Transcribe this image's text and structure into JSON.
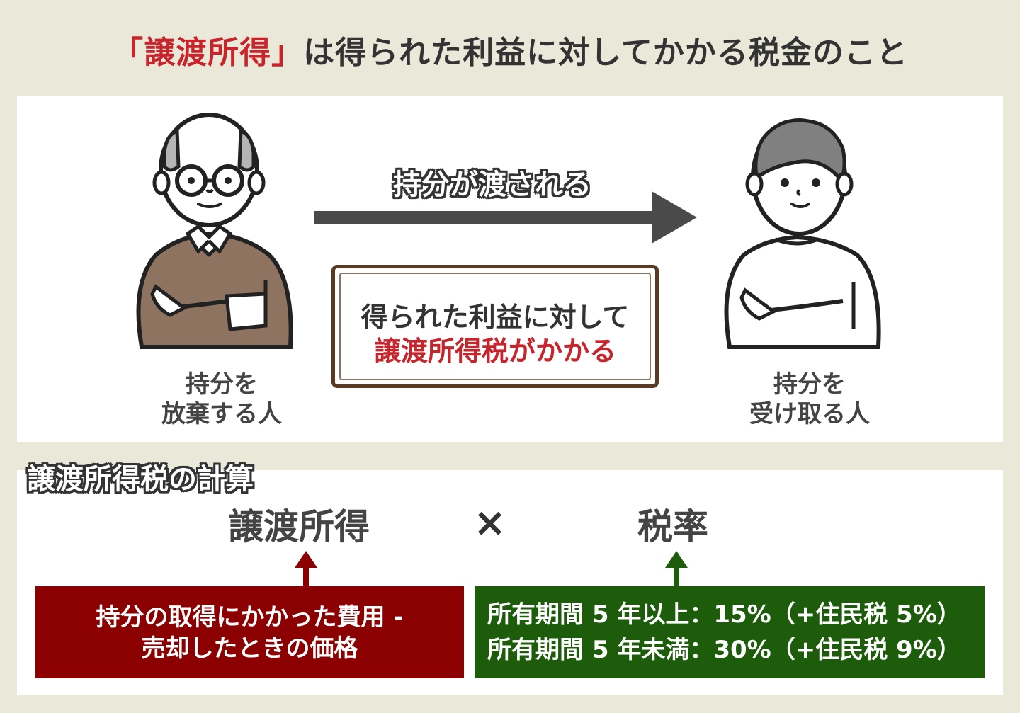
{
  "title": {
    "highlight": "「譲渡所得」",
    "rest": "は得られた利益に対してかかる税金のこと"
  },
  "colors": {
    "background": "#eae8d9",
    "accent_red": "#c8242b",
    "dark_red": "#8b0000",
    "dark_green": "#1c5c0b",
    "sweater_brown": "#8f7361",
    "frame_brown": "#5a3a22"
  },
  "diagram": {
    "giver": {
      "icon": "elderly-man-arms-crossed-icon",
      "label_line1": "持分を",
      "label_line2": "放棄する人"
    },
    "receiver": {
      "icon": "young-man-arms-crossed-icon",
      "label_line1": "持分を",
      "label_line2": "受け取る人"
    },
    "transfer_arrow": {
      "icon": "right-arrow-icon",
      "label": "持分が渡される"
    },
    "notice": {
      "line1": "得られた利益に対して",
      "line2": "譲渡所得税がかかる"
    }
  },
  "calculation": {
    "heading": "譲渡所得税の計算",
    "term_income": "譲渡所得",
    "operator": "×",
    "term_rate": "税率",
    "income_definition": {
      "line1": "持分の取得にかかった費用 -",
      "line2": "売却したときの価格"
    },
    "rates": [
      {
        "text": "所有期間 5 年以上：15%（+住民税 5%）"
      },
      {
        "text": "所有期間 5 年未満：30%（+住民税 9%）"
      }
    ]
  }
}
